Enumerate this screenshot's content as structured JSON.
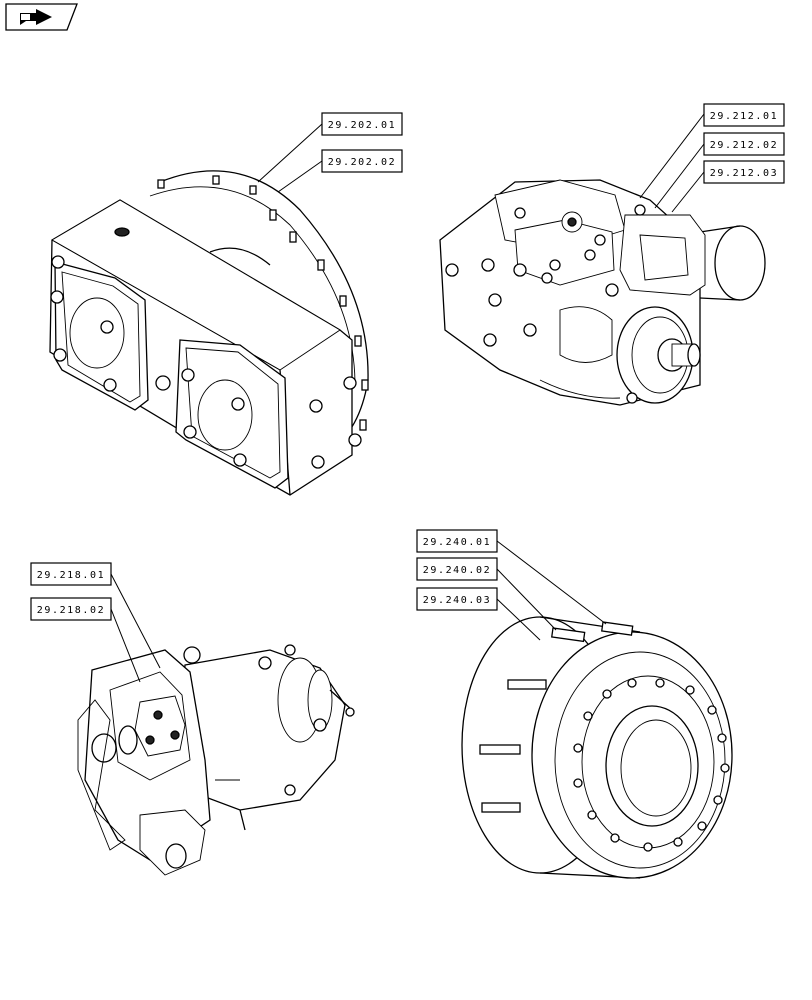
{
  "nav": {
    "icon": "forward-arrow-icon"
  },
  "labels": {
    "gearbox_1": "29.202.01",
    "gearbox_2": "29.202.02",
    "pump_1": "29.212.01",
    "pump_2": "29.212.02",
    "pump_3": "29.212.03",
    "motor_1": "29.218.01",
    "motor_2": "29.218.02",
    "hub_1": "29.240.01",
    "hub_2": "29.240.02",
    "hub_3": "29.240.03"
  }
}
